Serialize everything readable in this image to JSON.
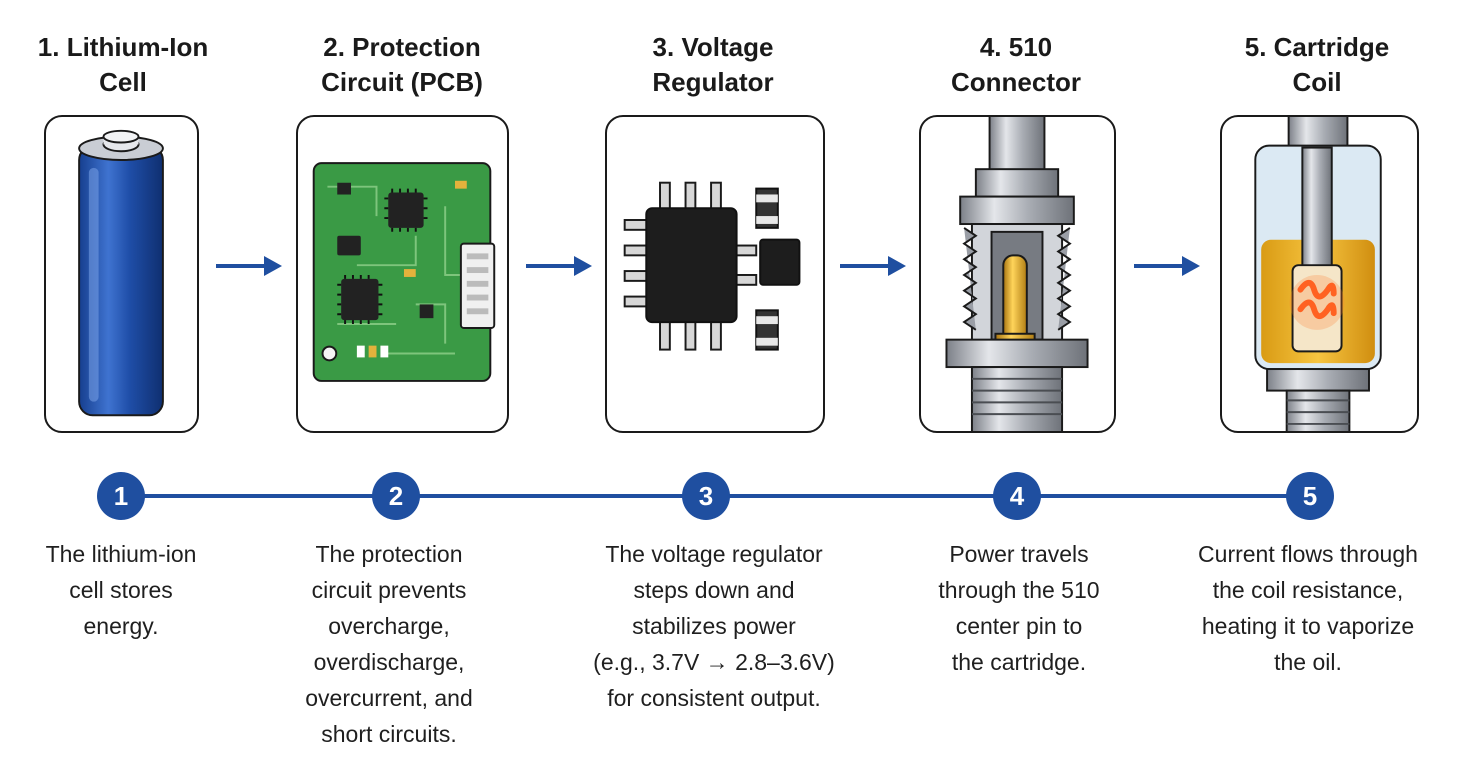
{
  "steps": [
    {
      "number": "1",
      "title_line1": "1. Lithium-Ion",
      "title_line2": "Cell",
      "desc_lines": [
        "The lithium-ion",
        "cell stores",
        "energy."
      ]
    },
    {
      "number": "2",
      "title_line1": "2. Protection",
      "title_line2": "Circuit (PCB)",
      "desc_lines": [
        "The protection",
        "circuit prevents",
        "overcharge,",
        "overdischarge,",
        "overcurrent, and",
        "short circuits."
      ]
    },
    {
      "number": "3",
      "title_line1": "3. Voltage",
      "title_line2": "Regulator",
      "desc_lines": [
        "The voltage regulator",
        "steps down and",
        "stabilizes power",
        "(e.g., 3.7V → 2.8–3.6V)",
        "for consistent output."
      ]
    },
    {
      "number": "4",
      "title_line1": "4. 510",
      "title_line2": "Connector",
      "desc_lines": [
        "Power travels",
        "through the 510",
        "center pin to",
        "the cartridge."
      ]
    },
    {
      "number": "5",
      "title_line1": "5. Cartridge",
      "title_line2": "Coil",
      "desc_lines": [
        "Current flows through",
        "the coil resistance,",
        "heating it to vaporize",
        "the oil."
      ]
    }
  ],
  "colors": {
    "accent": "#1f4fa0",
    "pcb_green": "#3a9a45",
    "battery_blue": "#1f4ea8",
    "gold": "#d9a21c",
    "oil": "#eab02a",
    "coil_glow": "#ff5a1f"
  },
  "icons": [
    "battery-cell-icon",
    "pcb-board-icon",
    "voltage-regulator-chip-icon",
    "connector-510-icon",
    "cartridge-coil-icon"
  ]
}
